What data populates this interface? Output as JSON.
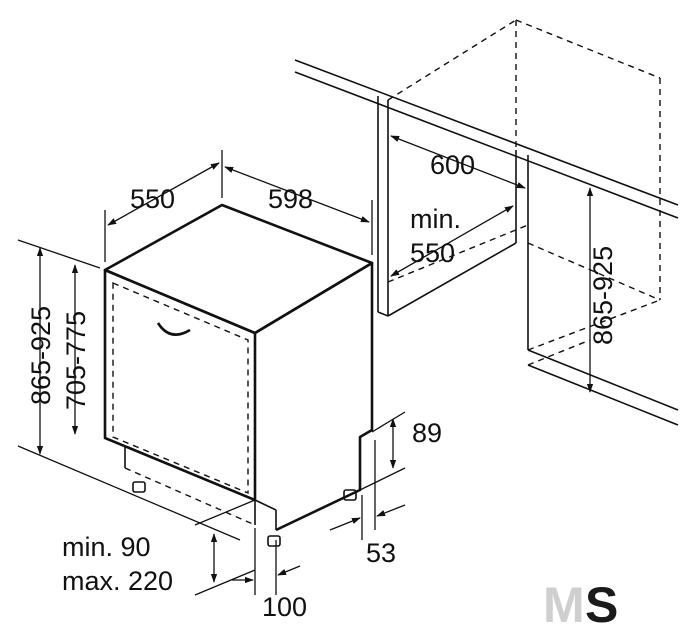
{
  "dimensions": {
    "depth": "550",
    "width": "598",
    "niche_width": "600",
    "niche_depth_line1": "min.",
    "niche_depth_line2": "550",
    "niche_height": "865-925",
    "appliance_height": "865-925",
    "door_height": "705-775",
    "plinth_height": "89",
    "plinth_offset": "53",
    "foot_setback": "100",
    "door_gap_line1": "min. 90",
    "door_gap_line2": "max. 220"
  },
  "watermark": {
    "text": "MS",
    "color_m": "#cfcfcf",
    "color_s": "#1a1a1a"
  },
  "line_color": "#111111"
}
